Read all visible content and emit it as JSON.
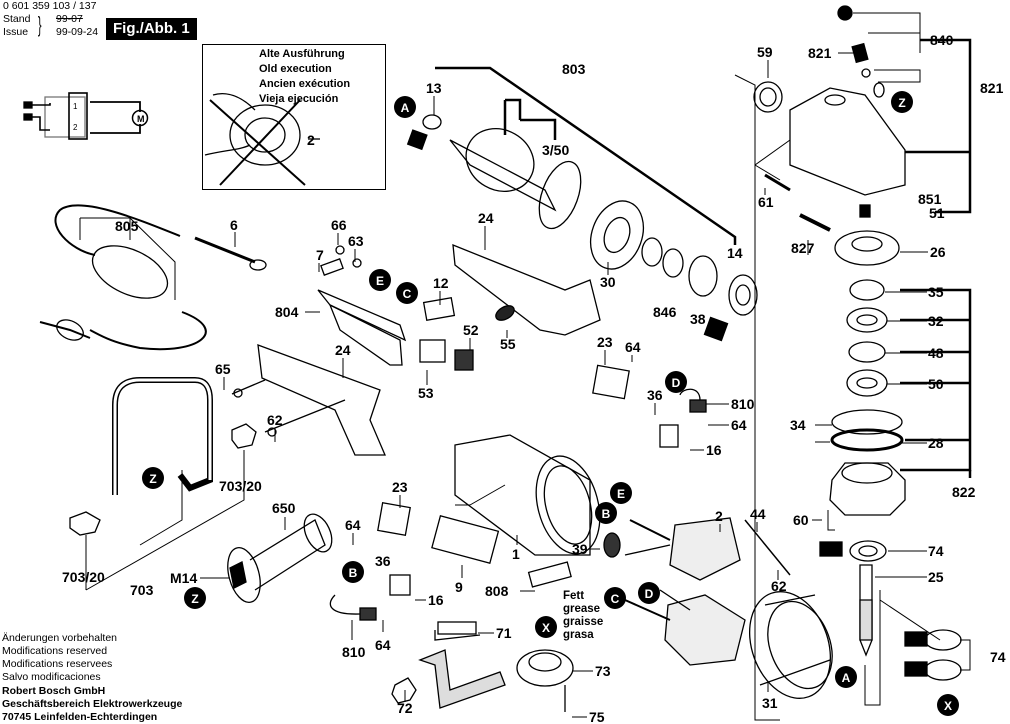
{
  "header": {
    "doc_number": "0 601 359 103 / 137",
    "stand_label": "Stand",
    "issue_label": "Issue",
    "stand_old": "99-07",
    "issue_date": "99-09-24",
    "figure_badge": "Fig./Abb. 1"
  },
  "old_execution_box": {
    "lines": [
      "Alte Ausführung",
      "Old execution",
      "Ancien exécution",
      "Vieja ejecución"
    ],
    "part_label": "2"
  },
  "wiring": {
    "terminal_1": "1",
    "terminal_2": "2",
    "motor_symbol": "M"
  },
  "grease_note": [
    "Fett",
    "grease",
    "graisse",
    "grasa"
  ],
  "footer": {
    "notice": [
      "Änderungen vorbehalten",
      "Modifications reserved",
      "Modifications reservees",
      "Salvo modificaciones"
    ],
    "company": [
      "Robert Bosch GmbH",
      "Geschäftsbereich Elektrowerkzeuge",
      "70745 Leinfelden-Echterdingen"
    ]
  },
  "part_labels": {
    "p13": "13",
    "p803": "803",
    "p3_50": "3/50",
    "p59": "59",
    "p821a": "821",
    "p840": "840",
    "p821b": "821",
    "p805": "805",
    "p6": "6",
    "p66": "66",
    "p63": "63",
    "p7": "7",
    "p24a": "24",
    "p12": "12",
    "p804": "804",
    "p52": "52",
    "p55": "55",
    "p30": "30",
    "p846": "846",
    "p38": "38",
    "p14": "14",
    "p61": "61",
    "p851": "851",
    "p51": "51",
    "p827": "827",
    "p26": "26",
    "p35": "35",
    "p32": "32",
    "p48": "48",
    "p50": "50",
    "p34": "34",
    "p28": "28",
    "p822": "822",
    "p65": "65",
    "p24b": "24",
    "p53": "53",
    "p23a": "23",
    "p64a": "64",
    "p810a": "810",
    "p36a": "36",
    "p64b": "64",
    "p16a": "16",
    "p62a": "62",
    "p703_20a": "703/20",
    "p703_20b": "703/20",
    "p703": "703",
    "p650": "650",
    "pM14": "M14",
    "p23b": "23",
    "p64c": "64",
    "p36b": "36",
    "p16b": "16",
    "p810b": "810",
    "p64d": "64",
    "p9": "9",
    "p1": "1",
    "p808": "808",
    "p39": "39",
    "p2": "2",
    "p44": "44",
    "p62b": "62",
    "p60": "60",
    "p74a": "74",
    "p25": "25",
    "p74b": "74",
    "p71": "71",
    "p73": "73",
    "p72": "72",
    "p75": "75",
    "p31": "31"
  },
  "callouts": {
    "A": "A",
    "B": "B",
    "C": "C",
    "D": "D",
    "E": "E",
    "X": "X",
    "Z": "Z"
  }
}
